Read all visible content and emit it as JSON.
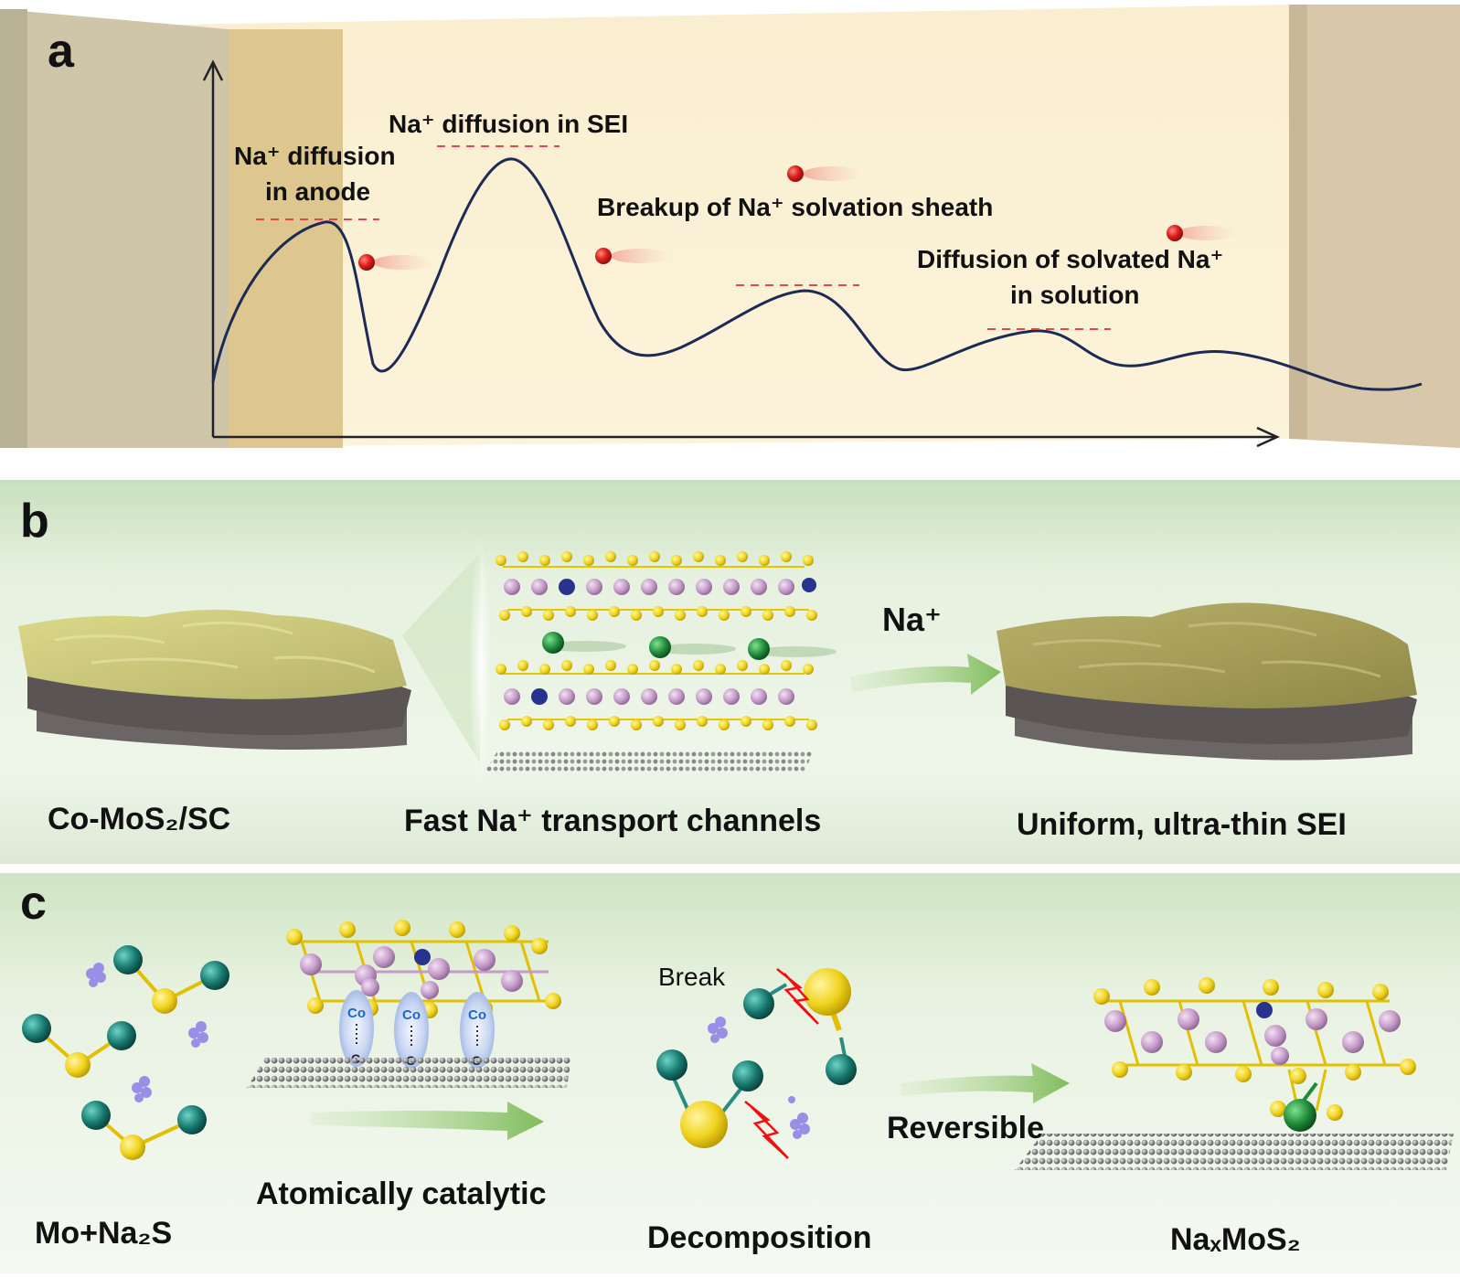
{
  "panel_a": {
    "letter": "a",
    "labels": {
      "anode_line1": "Na⁺ diffusion",
      "anode_line2": "in anode",
      "sei": "Na⁺ diffusion in SEI",
      "breakup": "Breakup of Na⁺ solvation sheath",
      "solution_line1": "Diffusion of solvated Na⁺",
      "solution_line2": "in solution"
    }
  },
  "panel_b": {
    "letter": "b",
    "arrow_label": "Na⁺",
    "captions": {
      "left": "Co-MoS₂/SC",
      "middle": "Fast Na⁺ transport channels",
      "right": "Uniform, ultra-thin SEI"
    }
  },
  "panel_c": {
    "letter": "c",
    "co_labels": [
      "Co",
      "Co",
      "Co"
    ],
    "c_labels": [
      "C",
      "C",
      "C"
    ],
    "break_label": "Break",
    "reversible_label": "Reversible",
    "captions": {
      "mo_na2s": "Mo+Na₂S",
      "catalytic": "Atomically catalytic",
      "decomposition": "Decomposition",
      "naxmos2": "NaₓMoS₂"
    }
  },
  "colors": {
    "curve": "#1c2a55",
    "dash": "#e0474c",
    "panel_a_bg": "#fbf0cf",
    "anode": "#d9c48e",
    "green_bg": "#d8ead0",
    "arrow": "#8cc26a",
    "sulfur": "#f0d21e",
    "molybdenum": "#c59ac8",
    "cobalt": "#27338f",
    "sodium": "#1f8a3a",
    "mo_metal": "#16786e",
    "carbon": "#8a8a8a"
  }
}
